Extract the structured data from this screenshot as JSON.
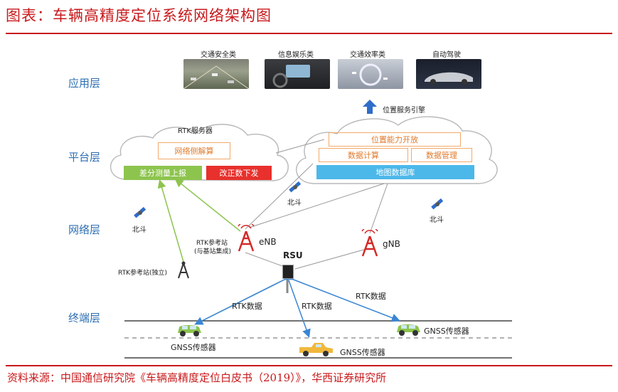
{
  "title": "图表：车辆高精度定位系统网络架构图",
  "source": "资料来源：中国通信研究院《车辆高精度定位白皮书（2019）》，华西证券研究所",
  "layers": {
    "app": "应用层",
    "platform": "平台层",
    "network": "网络层",
    "terminal": "终端层"
  },
  "applications": [
    "交通安全类",
    "信息娱乐类",
    "交通效率类",
    "自动驾驶"
  ],
  "position_engine": "位置服务引擎",
  "rtk_server": {
    "label": "RTK服务器",
    "calc": "网络侧解算",
    "upload": "差分测量上报",
    "download": "改正数下发"
  },
  "position_platform": {
    "open": "位置能力开放",
    "compute": "数据计算",
    "manage": "数据管理",
    "mapdb": "地图数据库"
  },
  "beidou": [
    "北斗",
    "北斗",
    "北斗"
  ],
  "stations": {
    "rtk_ref_integrated": "RTK参考站",
    "rtk_ref_integrated_note": "(与基站集成)",
    "rtk_ref_standalone": "RTK参考站(独立)",
    "enb": "eNB",
    "gnb": "gNB",
    "rsu": "RSU"
  },
  "rtk_data_labels": [
    "RTK数据",
    "RTK数据",
    "RTK数据"
  ],
  "gnss_labels": [
    "GNSS传感器",
    "GNSS传感器",
    "GNSS传感器"
  ],
  "colors": {
    "accent_red": "#c8191b",
    "layer_blue": "#2d6fb3",
    "upload_green": "#8dc44e",
    "download_red": "#e8302c",
    "mapdb_blue": "#4cb8ea",
    "orange_border": "#f2a96a"
  }
}
